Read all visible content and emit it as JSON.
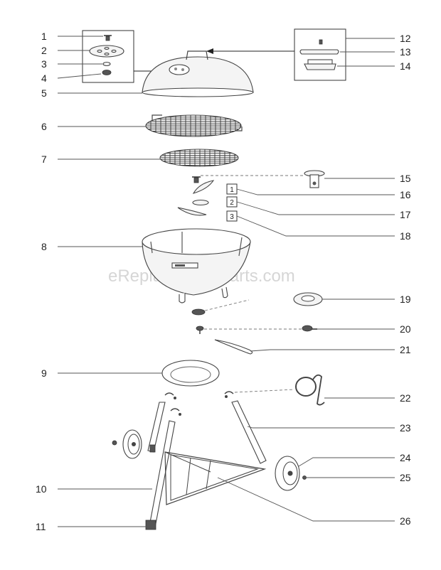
{
  "callouts_left": [
    "1",
    "2",
    "3",
    "4",
    "5",
    "6",
    "7",
    "8",
    "9",
    "10",
    "11"
  ],
  "callouts_right": [
    "12",
    "13",
    "14",
    "15",
    "16",
    "17",
    "18",
    "19",
    "20",
    "21",
    "22",
    "23",
    "24",
    "25",
    "26"
  ],
  "damper_boxes": [
    "1",
    "2",
    "3"
  ],
  "watermark": "eReplacementParts.com"
}
